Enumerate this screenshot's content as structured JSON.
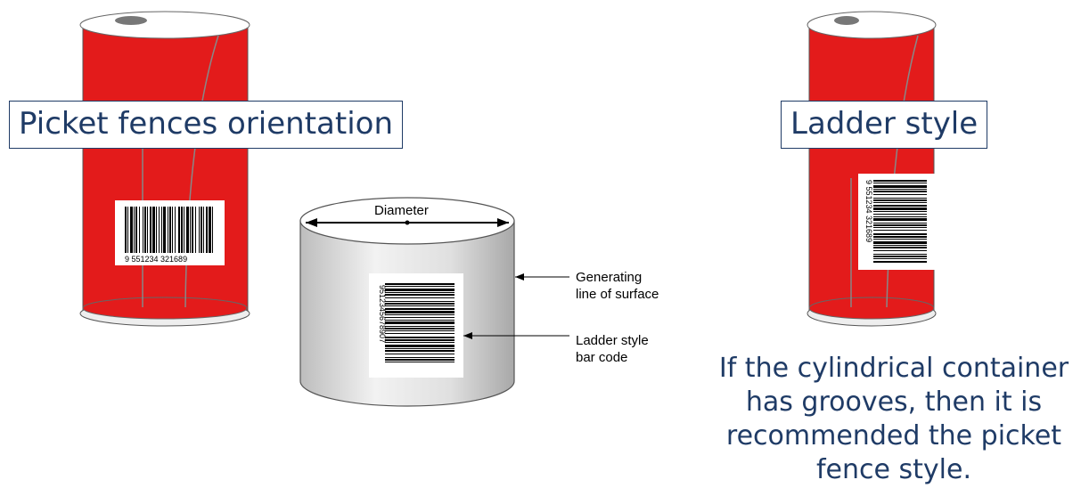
{
  "labels": {
    "picket": "Picket fences orientation",
    "ladder": "Ladder style",
    "diameter": "Diameter",
    "generating_line_1": "Generating",
    "generating_line_2": "line of surface",
    "ladder_bar_1": "Ladder style",
    "ladder_bar_2": "bar code"
  },
  "barcode_numbers": {
    "left": "9 551234 321689",
    "middle": "9512345678907",
    "right": "9 551234 321689"
  },
  "caption": "If the cylindrical container has grooves, then it is recommended the picket fence style.",
  "colors": {
    "can_red": "#e31b1b",
    "accent_text": "#1f3b66",
    "cup_gray": "#d9d9d9"
  }
}
